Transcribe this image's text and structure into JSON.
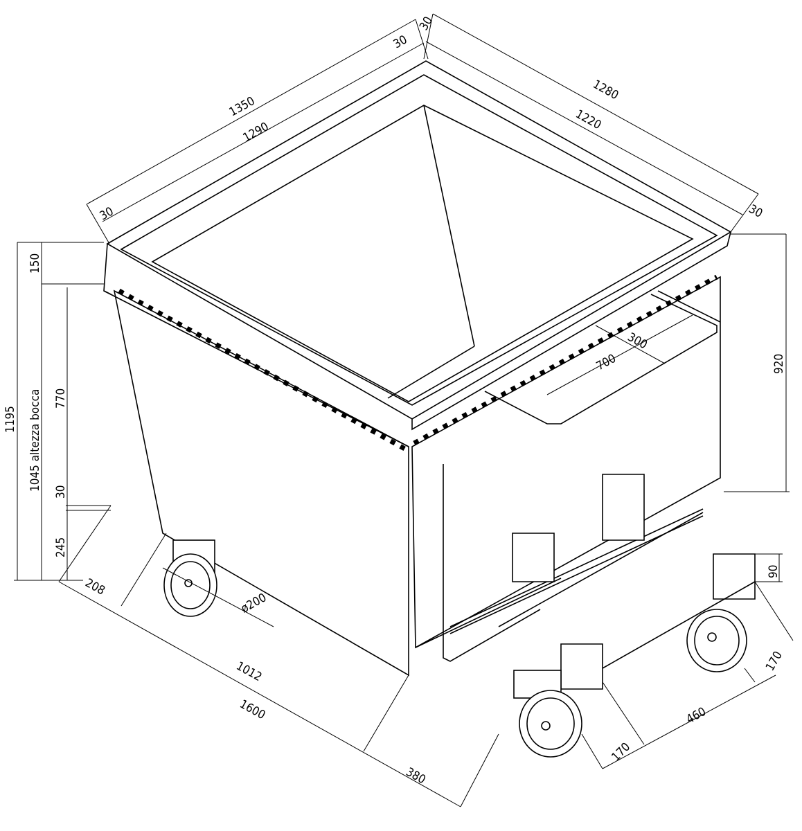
{
  "drawing": {
    "title": "Container trolley isometric technical drawing",
    "colors": {
      "line": "#000000",
      "background": "#ffffff"
    },
    "dimensions": {
      "top_left_outer": "1350",
      "top_left_inner": "1290",
      "top_left_rim_back": "30",
      "top_left_rim_front": "30",
      "top_right_outer": "1280",
      "top_right_inner": "1220",
      "top_right_rim_back": "30",
      "top_right_rim_front": "30",
      "right_height": "920",
      "handle_depth": "300",
      "handle_width": "700",
      "total_height": "1195",
      "mouth_height": "1045 altezza bocca",
      "rim_height": "150",
      "body_height": "770",
      "gap": "30",
      "base_height": "245",
      "front_offset": "208",
      "wheel_diameter": "ø200",
      "body_length": "1012",
      "total_length": "1600",
      "fork_offset": "380",
      "fork_width_a": "170",
      "fork_spacing": "460",
      "fork_width_b": "170",
      "fork_height": "90"
    }
  }
}
